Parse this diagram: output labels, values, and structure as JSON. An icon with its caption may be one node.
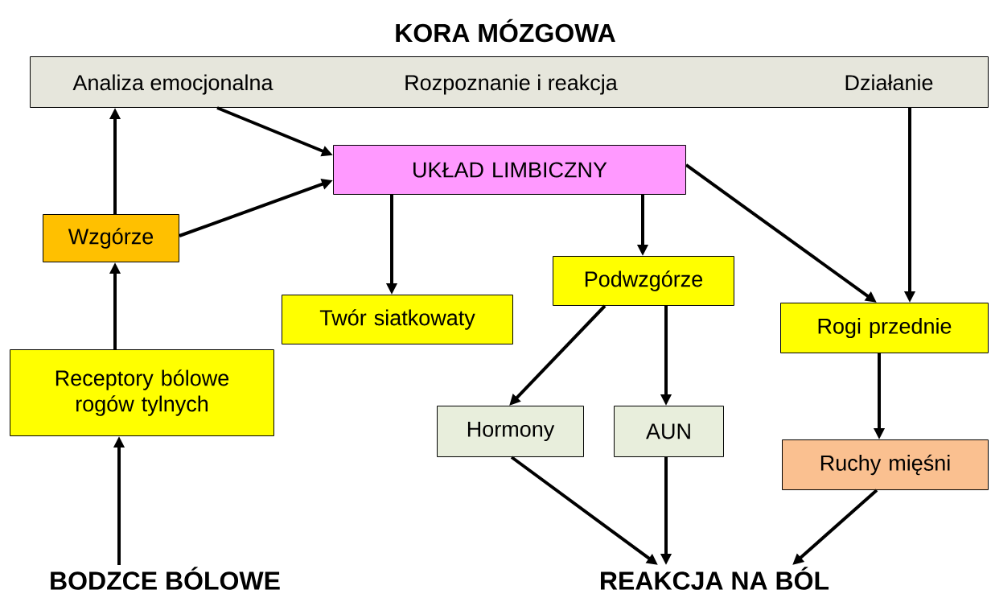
{
  "diagram": {
    "nodes": [
      {
        "text": [
          "KORA MÓZGOWA",
          "Analiza emocjonalna",
          "Rozpoznanie i reakcja",
          "Działanie"
        ]
      },
      {
        "text": [
          "UKŁAD LIMBICZNY"
        ]
      },
      {
        "text": [
          "Wzgórze"
        ]
      },
      {
        "text": [
          "Twór siatkowaty"
        ]
      },
      {
        "text": [
          "Podwzgórze"
        ]
      },
      {
        "text": [
          "Receptory bólowe rogów tylnych"
        ]
      },
      {
        "text": [
          "Rogi przednie"
        ]
      },
      {
        "text": [
          "Hormony"
        ]
      },
      {
        "text": [
          "AUN"
        ]
      },
      {
        "text": [
          "Ruchy mięśni"
        ]
      },
      {
        "text": [
          "BODZCE BÓLOWE"
        ]
      },
      {
        "text": [
          "REAKCJA NA BÓL"
        ]
      }
    ],
    "edges": [
      {
        "from": 0,
        "to": 1,
        "arrow": "to"
      },
      {
        "from": 2,
        "to": 1,
        "arrow": "to"
      },
      {
        "from": 2,
        "to": 0,
        "arrow": "to"
      },
      {
        "from": 5,
        "to": 2,
        "arrow": "to"
      },
      {
        "from": 10,
        "to": 5,
        "arrow": "to"
      },
      {
        "from": 1,
        "to": 3,
        "arrow": "to"
      },
      {
        "from": 1,
        "to": 4,
        "arrow": "to"
      },
      {
        "from": 1,
        "to": 6,
        "arrow": "to"
      },
      {
        "from": 0,
        "to": 6,
        "arrow": "to"
      },
      {
        "from": 4,
        "to": 7,
        "arrow": "to"
      },
      {
        "from": 4,
        "to": 8,
        "arrow": "to"
      },
      {
        "from": 7,
        "to": 11,
        "arrow": "to"
      },
      {
        "from": 8,
        "to": 11,
        "arrow": "to"
      },
      {
        "from": 9,
        "to": 11,
        "arrow": "to"
      },
      {
        "from": 6,
        "to": 9,
        "arrow": "to"
      }
    ]
  }
}
